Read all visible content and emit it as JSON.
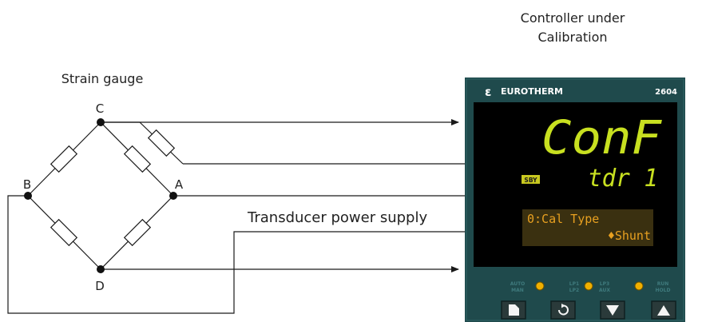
{
  "diagram": {
    "labels": {
      "strain_gauge": "Strain gauge",
      "controller_line1": "Controller under",
      "controller_line2": "Calibration",
      "transducer_power": "Transducer power supply",
      "node_a": "A",
      "node_b": "B",
      "node_c": "C",
      "node_d": "D"
    }
  },
  "controller": {
    "brand_symbol": "ε",
    "brand": "EUROTHERM",
    "model": "2604",
    "main_display": "ConF",
    "second_display": "tdr 1",
    "standby_badge": "SBY",
    "message_line1": "0:Cal Type",
    "message_line2": "♦Shunt",
    "led_labels": {
      "auto": "AUTO",
      "man": "MAN",
      "lp1": "LP1",
      "lp2": "LP2",
      "lp3": "LP3",
      "aux": "AUX",
      "run": "RUN",
      "hold": "HOLD"
    },
    "buttons": [
      {
        "name": "page-button",
        "icon": "page-icon"
      },
      {
        "name": "scroll-button",
        "icon": "cycle-icon"
      },
      {
        "name": "down-button",
        "icon": "triangle-down-icon"
      },
      {
        "name": "up-button",
        "icon": "triangle-up-icon"
      }
    ],
    "colors": {
      "bezel": "#1f4a4c",
      "screen": "#000000",
      "main_digits": "#c8e020",
      "message_bg": "#3a3010",
      "message_text": "#e8a020",
      "badge_bg": "#c8c820",
      "led": "#f0b000",
      "button_face": "#2a3a3a",
      "button_icon": "#f4f4f4"
    }
  }
}
